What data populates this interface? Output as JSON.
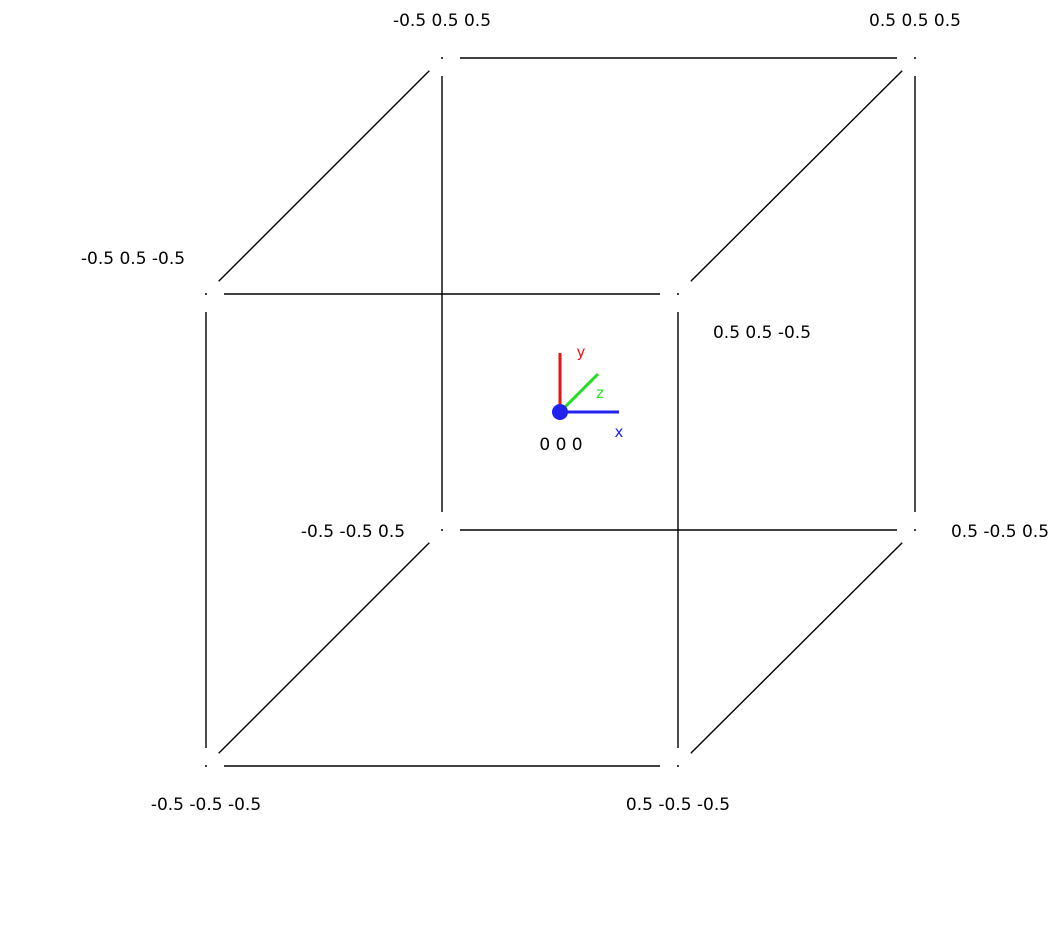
{
  "scene": {
    "background": "#ffffff",
    "edge_color": "#000000",
    "vertices": [
      {
        "id": "v_nnn",
        "label": "-0.5 -0.5 -0.5"
      },
      {
        "id": "v_pnn",
        "label": "0.5 -0.5 -0.5"
      },
      {
        "id": "v_npn",
        "label": "-0.5 0.5 -0.5"
      },
      {
        "id": "v_ppn",
        "label": "0.5 0.5 -0.5"
      },
      {
        "id": "v_nnp",
        "label": "-0.5 -0.5 0.5"
      },
      {
        "id": "v_pnp",
        "label": "0.5 -0.5 0.5"
      },
      {
        "id": "v_npp",
        "label": "-0.5 0.5 0.5"
      },
      {
        "id": "v_ppp",
        "label": "0.5 0.5 0.5"
      }
    ],
    "origin": {
      "label": "0 0 0",
      "marker_color": "#2222ee"
    },
    "axes": [
      {
        "id": "x",
        "label": "x",
        "color": "#2222ee"
      },
      {
        "id": "y",
        "label": "y",
        "color": "#ee1111"
      },
      {
        "id": "z",
        "label": "z",
        "color": "#22dd22"
      }
    ]
  }
}
